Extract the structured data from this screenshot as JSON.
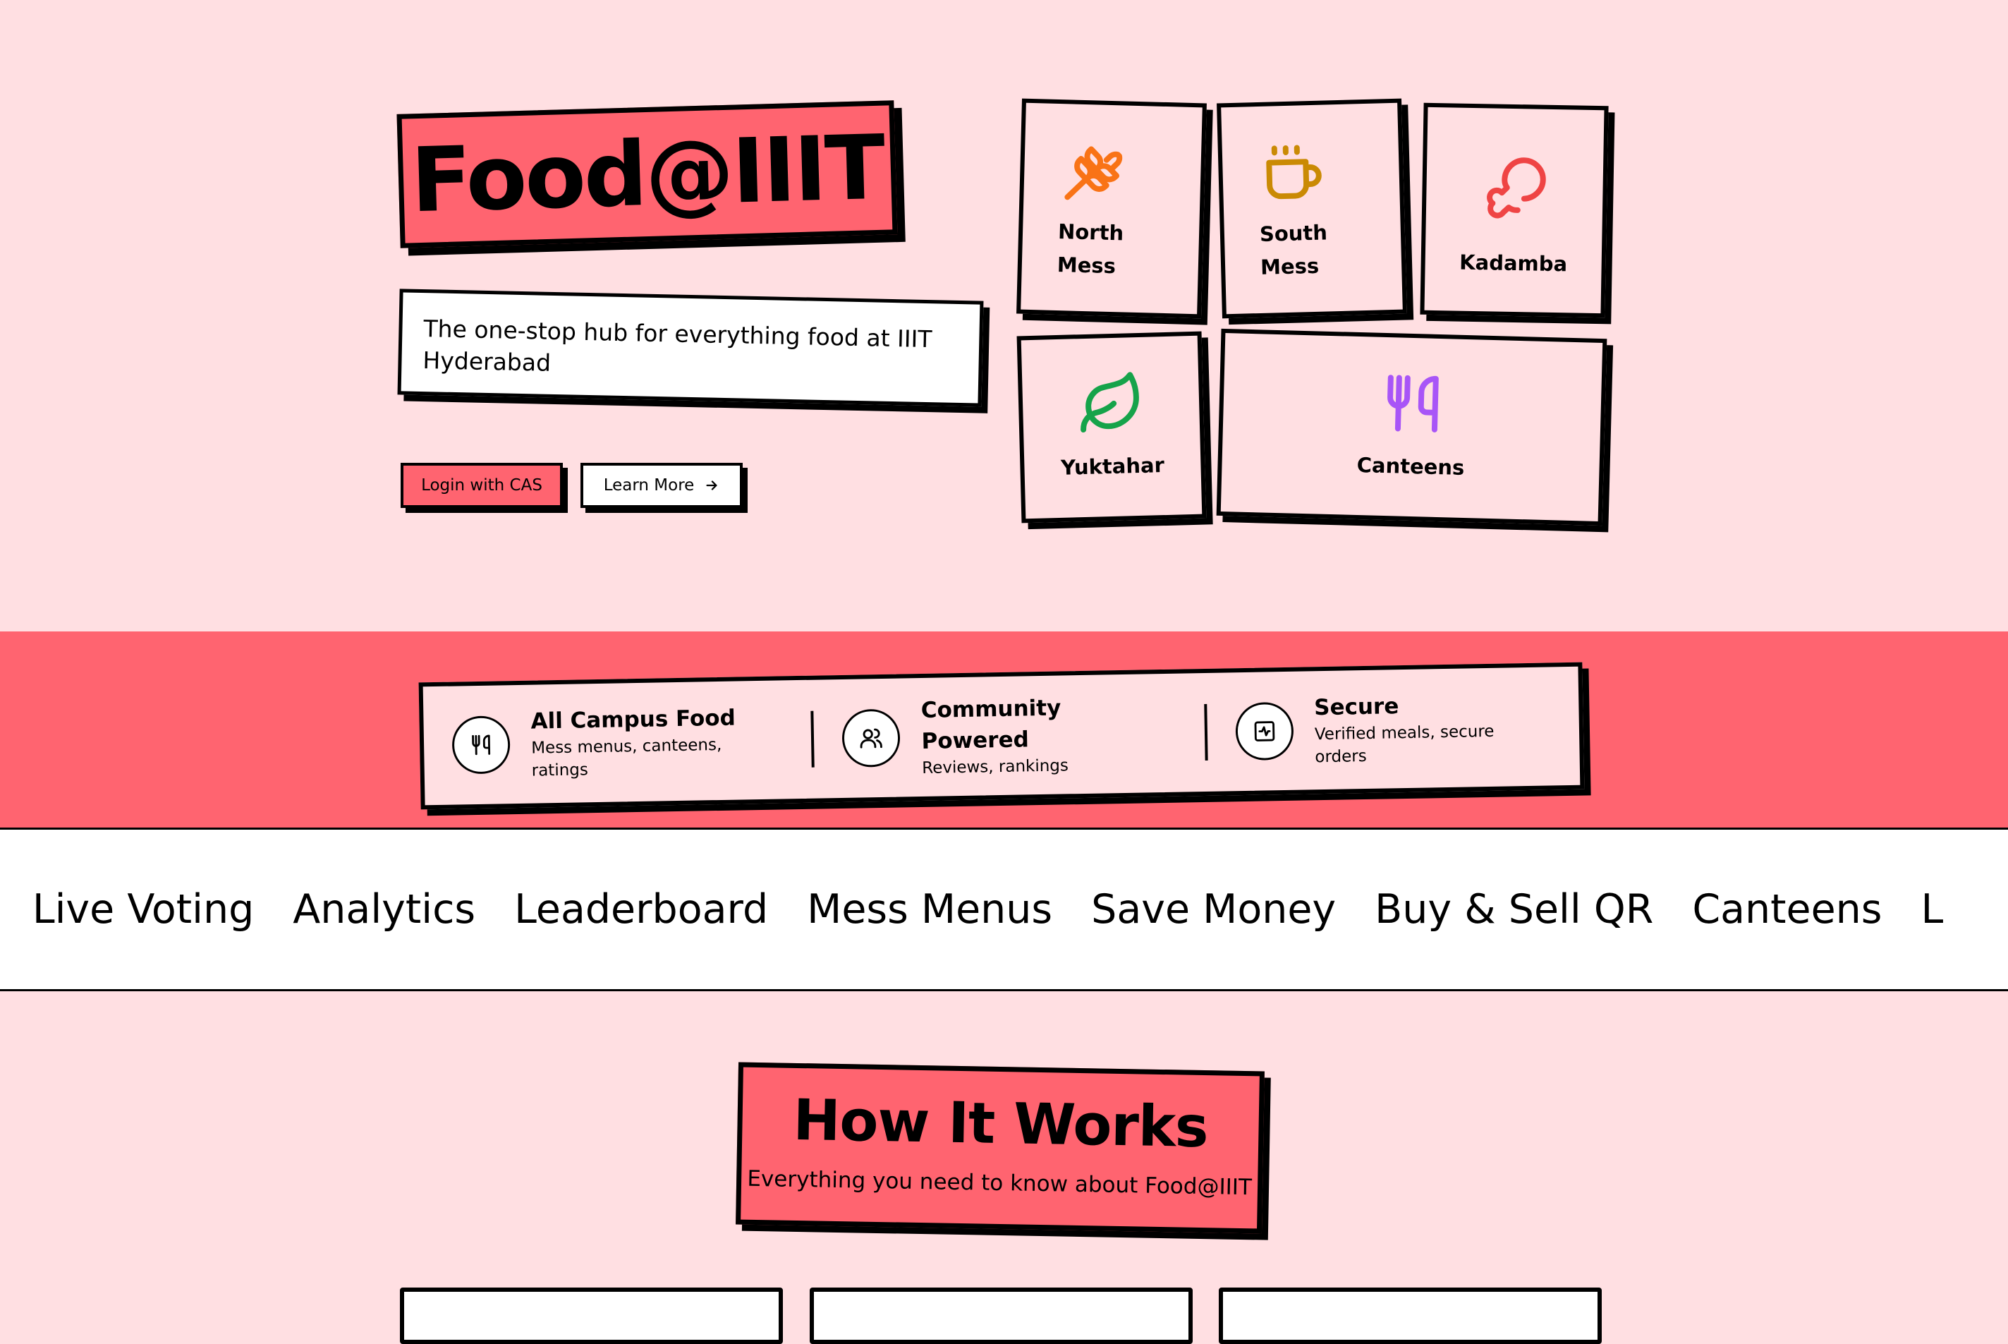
{
  "hero": {
    "logo": "Food@IIIT",
    "tagline": "The one-stop hub for everything food at IIIT Hyderabad",
    "login_label": "Login with CAS",
    "learn_label": "Learn More"
  },
  "tiles": {
    "north": [
      "North",
      "Mess"
    ],
    "south": [
      "South",
      "Mess"
    ],
    "kadamba": "Kadamba",
    "yuktahar": "Yuktahar",
    "canteens": "Canteens"
  },
  "features": [
    {
      "title": "All Campus Food",
      "sub": "Mess menus, canteens, ratings",
      "icon": "utensils-icon"
    },
    {
      "title": "Community Powered",
      "sub": "Reviews, rankings",
      "icon": "users-icon"
    },
    {
      "title": "Secure",
      "sub": "Verified meals, secure orders",
      "icon": "activity-icon"
    }
  ],
  "marquee": [
    "Live Voting",
    "Analytics",
    "Leaderboard",
    "Mess Menus",
    "Save Money",
    "Buy & Sell QR",
    "Canteens"
  ],
  "how": {
    "title": "How It Works",
    "subtitle": "Everything you need to know about Food@IIIT"
  },
  "colors": {
    "background": "#ffdfe2",
    "accent": "#ff6470",
    "north_icon": "#f97316",
    "south_icon": "#ca8a04",
    "kadamba_icon": "#ef4444",
    "yuktahar_icon": "#16a34a",
    "canteens_icon": "#a855f7"
  }
}
